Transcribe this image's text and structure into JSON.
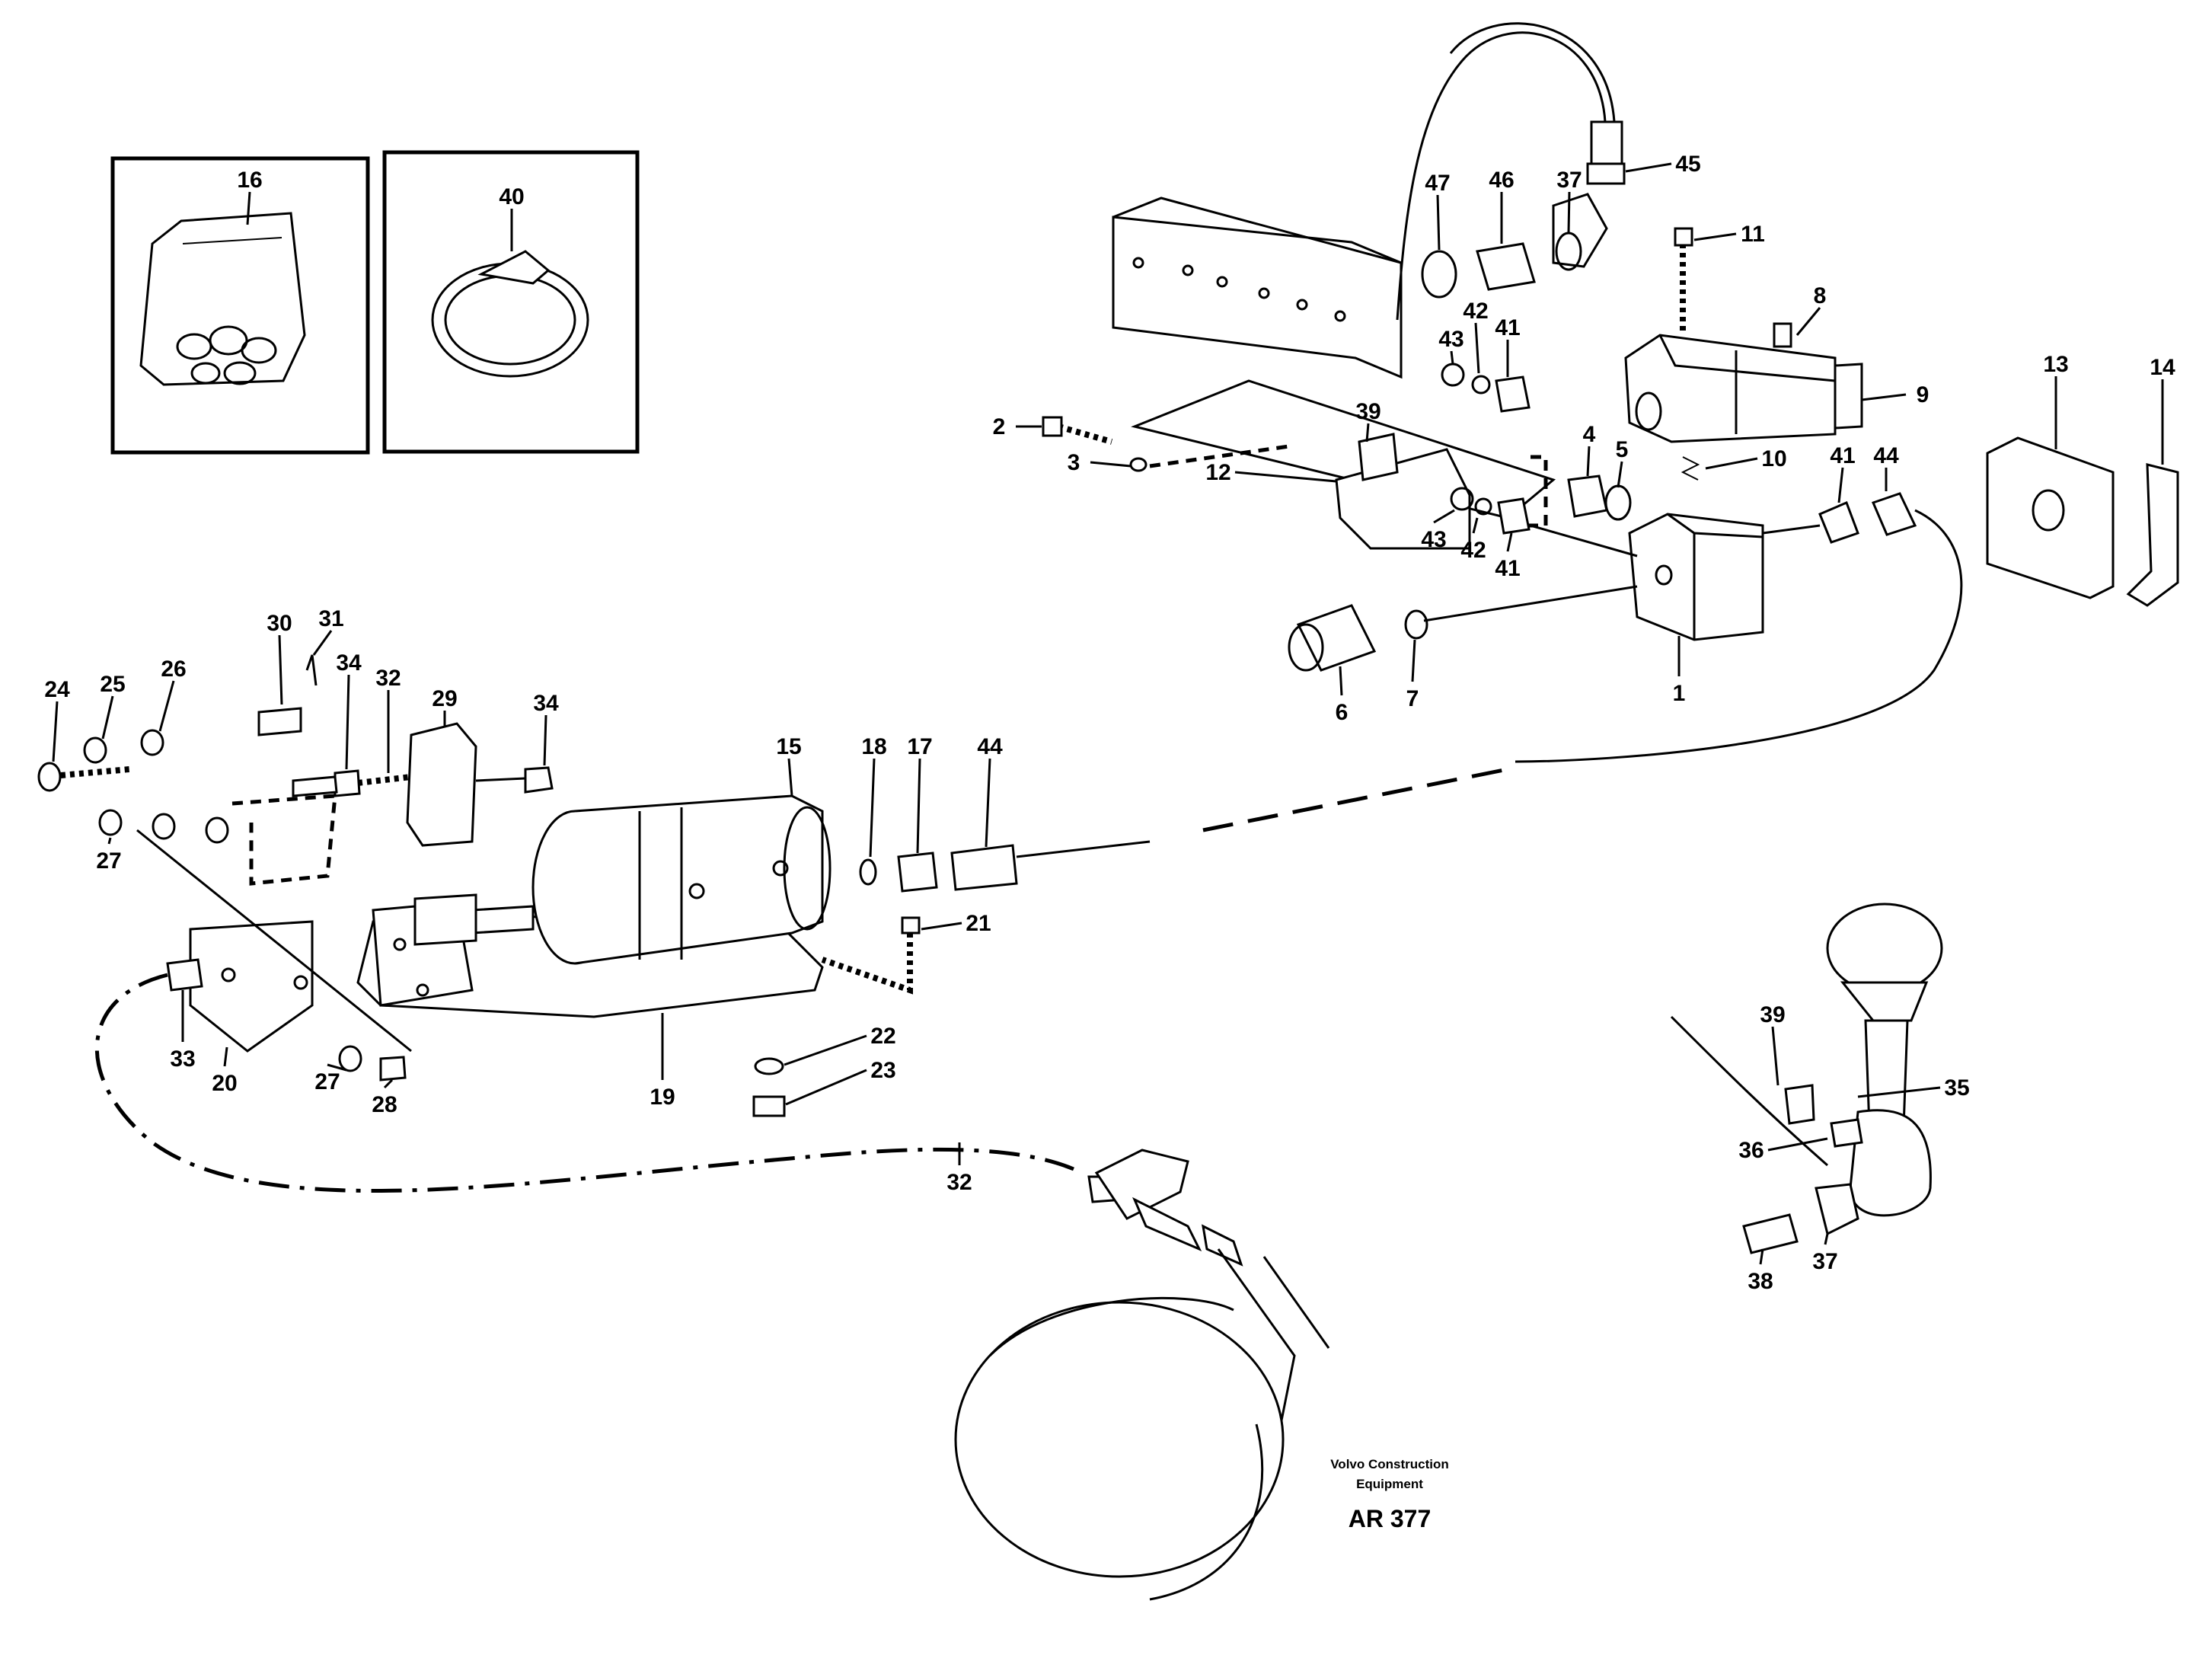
{
  "callouts": [
    {
      "id": "c1",
      "label": "1"
    },
    {
      "id": "c2",
      "label": "2"
    },
    {
      "id": "c3",
      "label": "3"
    },
    {
      "id": "c4",
      "label": "4"
    },
    {
      "id": "c5",
      "label": "5"
    },
    {
      "id": "c6",
      "label": "6"
    },
    {
      "id": "c7",
      "label": "7"
    },
    {
      "id": "c8",
      "label": "8"
    },
    {
      "id": "c9",
      "label": "9"
    },
    {
      "id": "c10",
      "label": "10"
    },
    {
      "id": "c11",
      "label": "11"
    },
    {
      "id": "c12",
      "label": "12"
    },
    {
      "id": "c13",
      "label": "13"
    },
    {
      "id": "c14",
      "label": "14"
    },
    {
      "id": "c15",
      "label": "15"
    },
    {
      "id": "c16",
      "label": "16"
    },
    {
      "id": "c17",
      "label": "17"
    },
    {
      "id": "c18",
      "label": "18"
    },
    {
      "id": "c19",
      "label": "19"
    },
    {
      "id": "c20",
      "label": "20"
    },
    {
      "id": "c21",
      "label": "21"
    },
    {
      "id": "c22",
      "label": "22"
    },
    {
      "id": "c23",
      "label": "23"
    },
    {
      "id": "c24",
      "label": "24"
    },
    {
      "id": "c25",
      "label": "25"
    },
    {
      "id": "c26",
      "label": "26"
    },
    {
      "id": "c27a",
      "label": "27"
    },
    {
      "id": "c27b",
      "label": "27"
    },
    {
      "id": "c28",
      "label": "28"
    },
    {
      "id": "c29",
      "label": "29"
    },
    {
      "id": "c30",
      "label": "30"
    },
    {
      "id": "c31",
      "label": "31"
    },
    {
      "id": "c32a",
      "label": "32"
    },
    {
      "id": "c32b",
      "label": "32"
    },
    {
      "id": "c33",
      "label": "33"
    },
    {
      "id": "c34a",
      "label": "34"
    },
    {
      "id": "c34b",
      "label": "34"
    },
    {
      "id": "c35",
      "label": "35"
    },
    {
      "id": "c36",
      "label": "36"
    },
    {
      "id": "c37a",
      "label": "37"
    },
    {
      "id": "c37b",
      "label": "37"
    },
    {
      "id": "c38",
      "label": "38"
    },
    {
      "id": "c39a",
      "label": "39"
    },
    {
      "id": "c39b",
      "label": "39"
    },
    {
      "id": "c40",
      "label": "40"
    },
    {
      "id": "c41a",
      "label": "41"
    },
    {
      "id": "c41b",
      "label": "41"
    },
    {
      "id": "c41c",
      "label": "41"
    },
    {
      "id": "c42a",
      "label": "42"
    },
    {
      "id": "c42b",
      "label": "42"
    },
    {
      "id": "c43a",
      "label": "43"
    },
    {
      "id": "c43b",
      "label": "43"
    },
    {
      "id": "c44a",
      "label": "44"
    },
    {
      "id": "c44b",
      "label": "44"
    },
    {
      "id": "c45",
      "label": "45"
    },
    {
      "id": "c46",
      "label": "46"
    },
    {
      "id": "c47",
      "label": "47"
    }
  ],
  "credit": {
    "line1": "Volvo Construction",
    "line2": "Equipment"
  },
  "drawing_code": "AR 377"
}
